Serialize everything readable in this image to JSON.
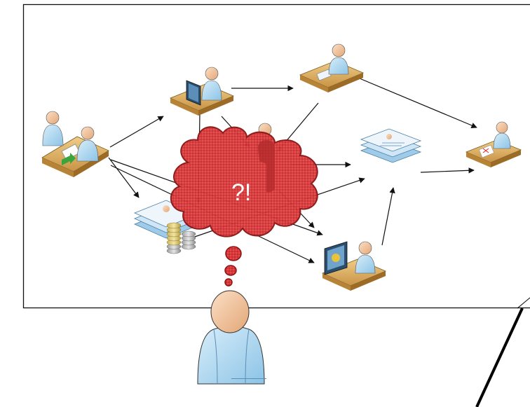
{
  "thought_bubble": {
    "text": "?!",
    "color": "#cc2b2b"
  },
  "scene": {
    "nodes": [
      {
        "id": "two-people-desk",
        "icon": "meeting-icon"
      },
      {
        "id": "computer-worker",
        "icon": "computer-workstation-icon"
      },
      {
        "id": "desk-worker-top",
        "icon": "desk-worker-icon"
      },
      {
        "id": "standing-person",
        "icon": "person-icon"
      },
      {
        "id": "documents-center",
        "icon": "document-stack-icon"
      },
      {
        "id": "signing-worker",
        "icon": "signing-desk-icon"
      },
      {
        "id": "documents-coins",
        "icon": "documents-with-coins-icon"
      },
      {
        "id": "monitor-worker",
        "icon": "monitor-workstation-icon"
      }
    ],
    "observer": {
      "icon": "observer-person-icon"
    }
  },
  "colors": {
    "desk": "#e5b765",
    "shirt": "#b8dcf2",
    "skin": "#f5c9a1",
    "paper": "#eef6fc",
    "cloud": "#cc2b2b",
    "frame": "#000000"
  }
}
